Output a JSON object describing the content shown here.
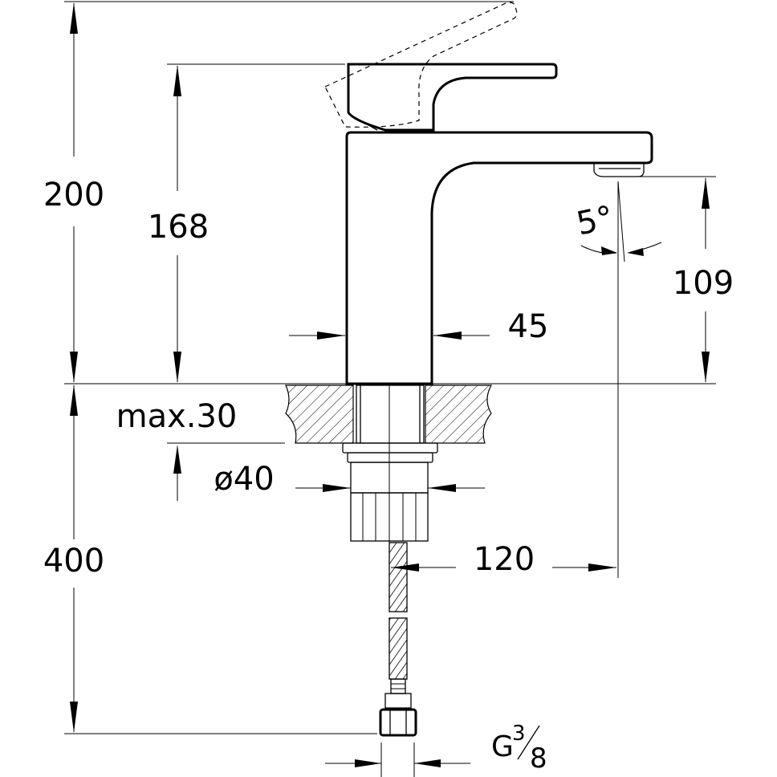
{
  "dimensions": {
    "total_height": "200",
    "spout_height": "168",
    "outlet_height": "109",
    "body_width": "45",
    "spout_angle": "5°",
    "deck_thickness": "max.30",
    "hole_diameter": "ø40",
    "spout_reach": "120",
    "hose_length": "400"
  },
  "connection": {
    "thread_prefix": "G",
    "thread_num": "3",
    "thread_den": "8"
  },
  "colors": {
    "line": "#000000",
    "background": "#ffffff"
  }
}
